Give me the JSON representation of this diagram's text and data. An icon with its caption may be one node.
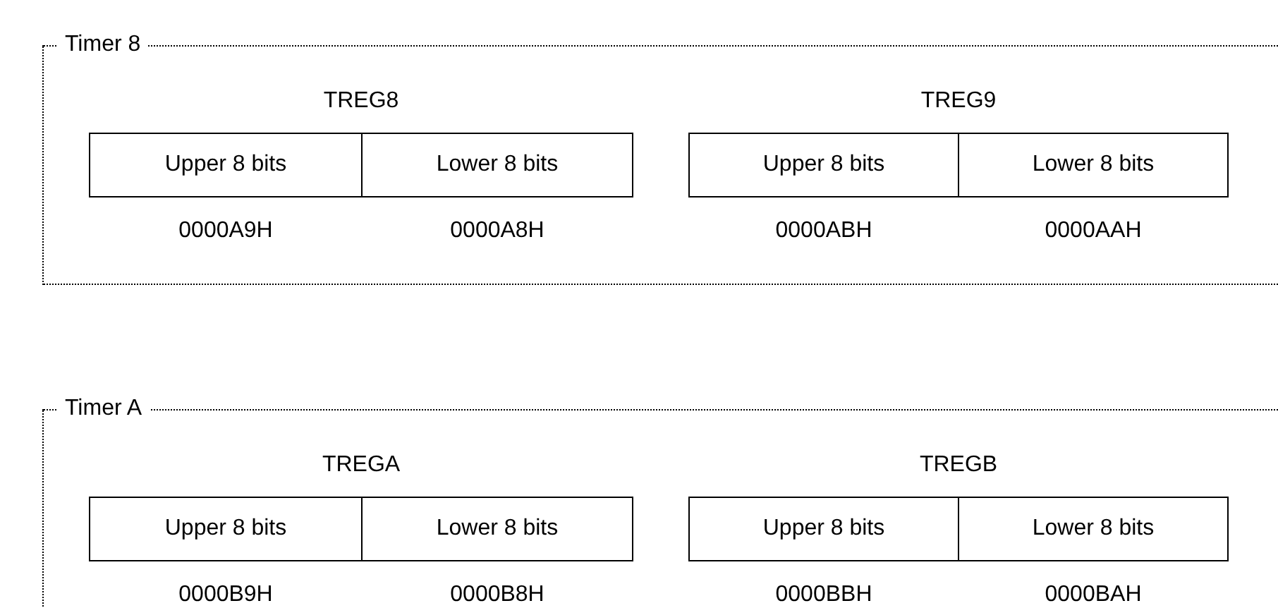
{
  "diagram": {
    "nodes": [
      {
        "text": [
          "Timer 8"
        ]
      },
      {
        "text": [
          "TREG8"
        ],
        "in": 0
      },
      {
        "text": [
          "Upper 8 bits"
        ],
        "in": 1,
        "beside": [
          "0000A9H"
        ]
      },
      {
        "text": [
          "Lower 8 bits"
        ],
        "in": 1,
        "beside": [
          "0000A8H"
        ]
      },
      {
        "text": [
          "TREG9"
        ],
        "in": 0
      },
      {
        "text": [
          "Upper 8 bits"
        ],
        "in": 4,
        "beside": [
          "0000ABH"
        ]
      },
      {
        "text": [
          "Lower 8 bits"
        ],
        "in": 4,
        "beside": [
          "0000AAH"
        ]
      },
      {
        "text": [
          "Timer A"
        ]
      },
      {
        "text": [
          "TREGA"
        ],
        "in": 7
      },
      {
        "text": [
          "Upper 8 bits"
        ],
        "in": 8,
        "beside": [
          "0000B9H"
        ]
      },
      {
        "text": [
          "Lower 8 bits"
        ],
        "in": 8,
        "beside": [
          "0000B8H"
        ]
      },
      {
        "text": [
          "TREGB"
        ],
        "in": 7
      },
      {
        "text": [
          "Upper 8 bits"
        ],
        "in": 11,
        "beside": [
          "0000BBH"
        ]
      },
      {
        "text": [
          "Lower 8 bits"
        ],
        "in": 11,
        "beside": [
          "0000BAH"
        ]
      }
    ],
    "edges": []
  }
}
